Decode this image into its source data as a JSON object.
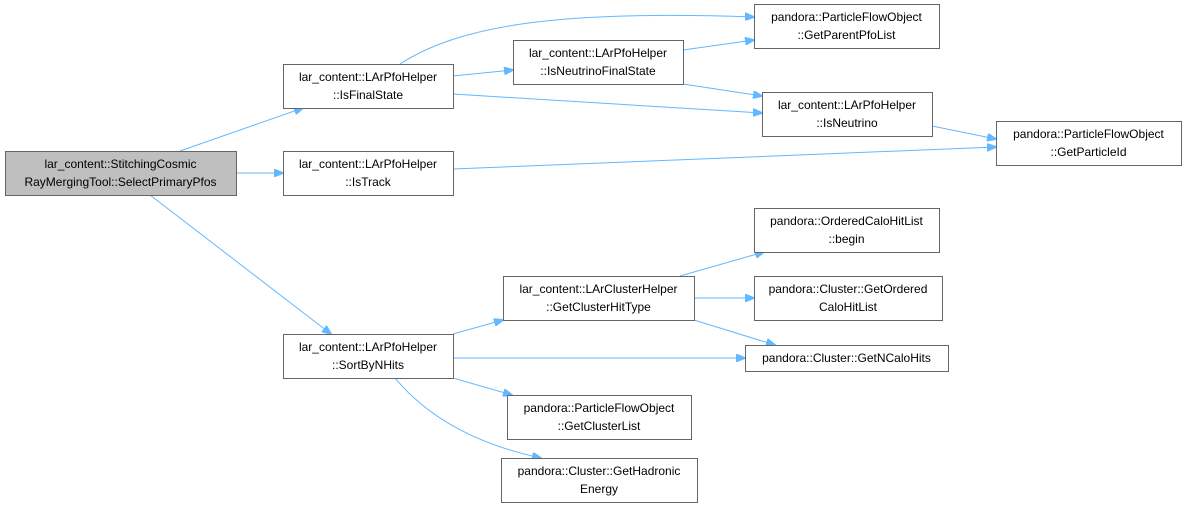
{
  "graph": {
    "nodes": [
      {
        "id": "root",
        "lines": [
          "lar_content::StitchingCosmic",
          "RayMergingTool::SelectPrimaryPfos"
        ],
        "root": true
      },
      {
        "id": "isfinal",
        "lines": [
          "lar_content::LArPfoHelper",
          "::IsFinalState"
        ]
      },
      {
        "id": "istrack",
        "lines": [
          "lar_content::LArPfoHelper",
          "::IsTrack"
        ]
      },
      {
        "id": "sortbyn",
        "lines": [
          "lar_content::LArPfoHelper",
          "::SortByNHits"
        ]
      },
      {
        "id": "isnufs",
        "lines": [
          "lar_content::LArPfoHelper",
          "::IsNeutrinoFinalState"
        ]
      },
      {
        "id": "getparent",
        "lines": [
          "pandora::ParticleFlowObject",
          "::GetParentPfoList"
        ]
      },
      {
        "id": "isnu",
        "lines": [
          "lar_content::LArPfoHelper",
          "::IsNeutrino"
        ]
      },
      {
        "id": "getpid",
        "lines": [
          "pandora::ParticleFlowObject",
          "::GetParticleId"
        ]
      },
      {
        "id": "getclhit",
        "lines": [
          "lar_content::LArClusterHelper",
          "::GetClusterHitType"
        ]
      },
      {
        "id": "begin",
        "lines": [
          "pandora::OrderedCaloHitList",
          "::begin"
        ]
      },
      {
        "id": "getordered",
        "lines": [
          "pandora::Cluster::GetOrdered",
          "CaloHitList"
        ]
      },
      {
        "id": "getncalo",
        "lines": [
          "pandora::Cluster::GetNCaloHits"
        ]
      },
      {
        "id": "getcluster",
        "lines": [
          "pandora::ParticleFlowObject",
          "::GetClusterList"
        ]
      },
      {
        "id": "gethadronic",
        "lines": [
          "pandora::Cluster::GetHadronic",
          "Energy"
        ]
      }
    ],
    "edges": [
      [
        "root",
        "isfinal"
      ],
      [
        "root",
        "istrack"
      ],
      [
        "root",
        "sortbyn"
      ],
      [
        "isfinal",
        "getparent"
      ],
      [
        "isfinal",
        "isnufs"
      ],
      [
        "isfinal",
        "isnu"
      ],
      [
        "isnufs",
        "getparent"
      ],
      [
        "isnufs",
        "isnu"
      ],
      [
        "isnu",
        "getpid"
      ],
      [
        "istrack",
        "getpid"
      ],
      [
        "sortbyn",
        "getclhit"
      ],
      [
        "sortbyn",
        "getncalo"
      ],
      [
        "sortbyn",
        "getcluster"
      ],
      [
        "sortbyn",
        "gethadronic"
      ],
      [
        "getclhit",
        "begin"
      ],
      [
        "getclhit",
        "getordered"
      ],
      [
        "getclhit",
        "getncalo"
      ]
    ]
  },
  "colors": {
    "edge": "#63b8ff",
    "node_border": "#666666",
    "root_fill": "#bfbfbf",
    "node_fill": "#ffffff"
  }
}
